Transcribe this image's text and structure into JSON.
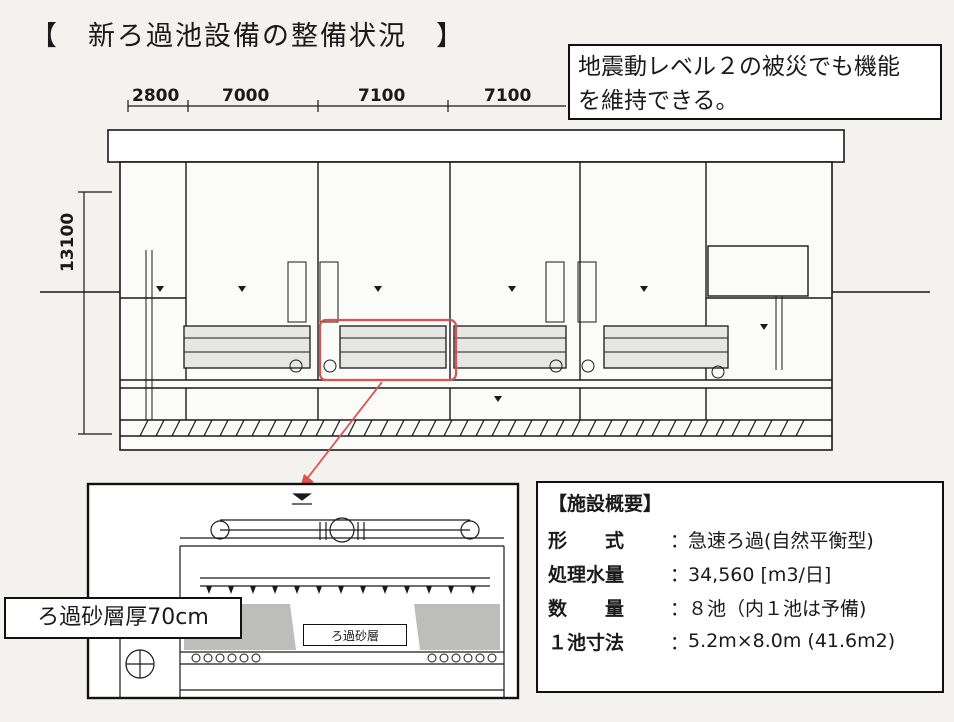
{
  "title": "【　新ろ過池設備の整備状況　】",
  "callout": {
    "line1": "地震動レベル２の被災でも機能",
    "line2": "を維持できる。"
  },
  "dimensions": {
    "horizontal": [
      "2800",
      "7000",
      "7100",
      "7100"
    ],
    "vertical": "13100"
  },
  "detail": {
    "sand_label": "ろ過砂層厚70cm",
    "media_label": "ろ過砂層"
  },
  "summary": {
    "heading": "【施設概要】",
    "rows": [
      {
        "label": "形　　式",
        "value": "急速ろ過(自然平衡型)"
      },
      {
        "label": "処理水量",
        "value": "34,560 [m3/日]"
      },
      {
        "label": "数　　量",
        "value": "８池（内１池は予備)"
      },
      {
        "label": "１池寸法",
        "value": "5.2m×8.0m (41.6m2)"
      }
    ]
  },
  "colors": {
    "highlight": "#d9534f",
    "line": "#1a1a1a",
    "paper": "#f4f2ee"
  }
}
